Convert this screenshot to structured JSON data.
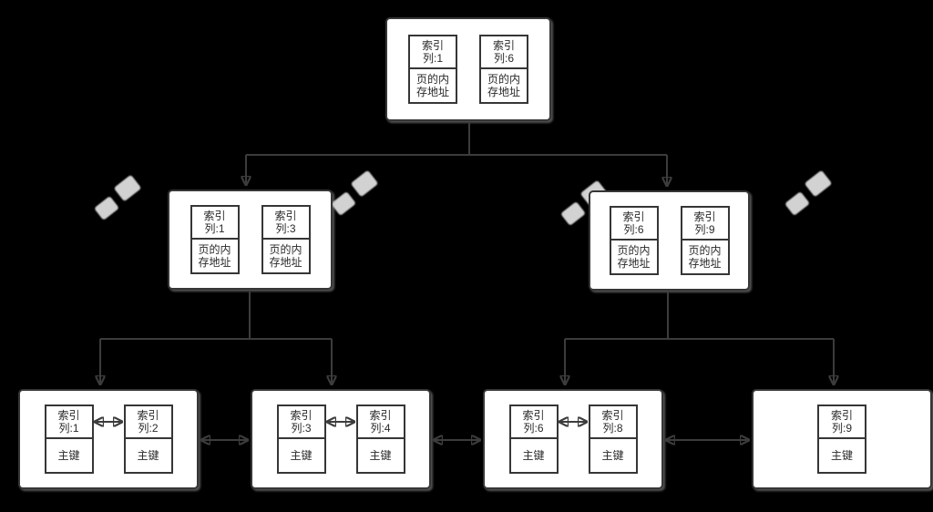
{
  "colors": {
    "background": "#000000",
    "node_fill": "#ffffff",
    "node_border": "#363636",
    "connector": "#3c3c3c",
    "text": "#2a2a2a",
    "watermark": "#e4e4e4"
  },
  "nodes": [
    {
      "id": "root",
      "cells": [
        {
          "key": "索引\n列:1",
          "value": "页的内\n存地址"
        },
        {
          "key": "索引\n列:6",
          "value": "页的内\n存地址"
        }
      ]
    },
    {
      "id": "internal-left",
      "cells": [
        {
          "key": "索引\n列:1",
          "value": "页的内\n存地址"
        },
        {
          "key": "索引\n列:3",
          "value": "页的内\n存地址"
        }
      ]
    },
    {
      "id": "internal-right",
      "cells": [
        {
          "key": "索引\n列:6",
          "value": "页的内\n存地址"
        },
        {
          "key": "索引\n列:9",
          "value": "页的内\n存地址"
        }
      ]
    },
    {
      "id": "leaf-1",
      "cells": [
        {
          "key": "索引\n列:1",
          "value": "主键"
        },
        {
          "key": "索引\n列:2",
          "value": "主键"
        }
      ]
    },
    {
      "id": "leaf-2",
      "cells": [
        {
          "key": "索引\n列:3",
          "value": "主键"
        },
        {
          "key": "索引\n列:4",
          "value": "主键"
        }
      ]
    },
    {
      "id": "leaf-3",
      "cells": [
        {
          "key": "索引\n列:6",
          "value": "主键"
        },
        {
          "key": "索引\n列:8",
          "value": "主键"
        }
      ]
    },
    {
      "id": "leaf-4",
      "cells": [
        {
          "key": "索引\n列:9",
          "value": "主键"
        }
      ]
    }
  ]
}
